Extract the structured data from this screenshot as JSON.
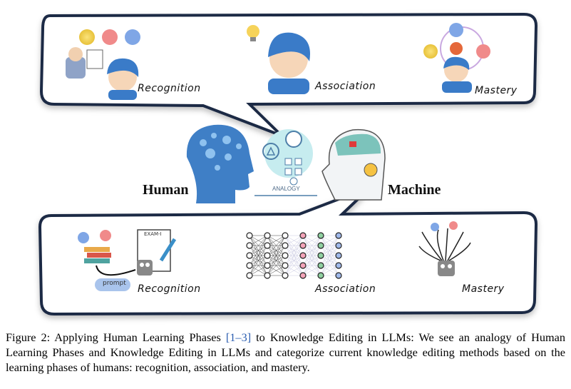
{
  "figure": {
    "top_panel": {
      "phases": [
        {
          "label": "Recognition"
        },
        {
          "label": "Association"
        },
        {
          "label": "Mastery"
        }
      ]
    },
    "middle": {
      "human_label": "Human",
      "machine_label": "Machine",
      "analogy_label": "ANALOGY"
    },
    "bottom_panel": {
      "exam_label": "EXAM-I",
      "prompt_label": "prompt",
      "phases": [
        {
          "label": "Recognition"
        },
        {
          "label": "Association"
        },
        {
          "label": "Mastery"
        }
      ]
    },
    "colors": {
      "frame": "#1d2b45",
      "accent_blue": "#3a7bc8",
      "happy": "#f3d35a",
      "angry": "#f08a8a",
      "sad": "#7fa6e6"
    }
  },
  "caption": {
    "prefix": "Figure 2: Applying Human Learning Phases ",
    "ref": "[1–3]",
    "suffix": " to Knowledge Editing in LLMs: We see an analogy of Human Learning Phases and Knowledge Editing in LLMs and categorize current knowledge editing methods based on the learning phases of humans: recognition, association, and mastery."
  }
}
